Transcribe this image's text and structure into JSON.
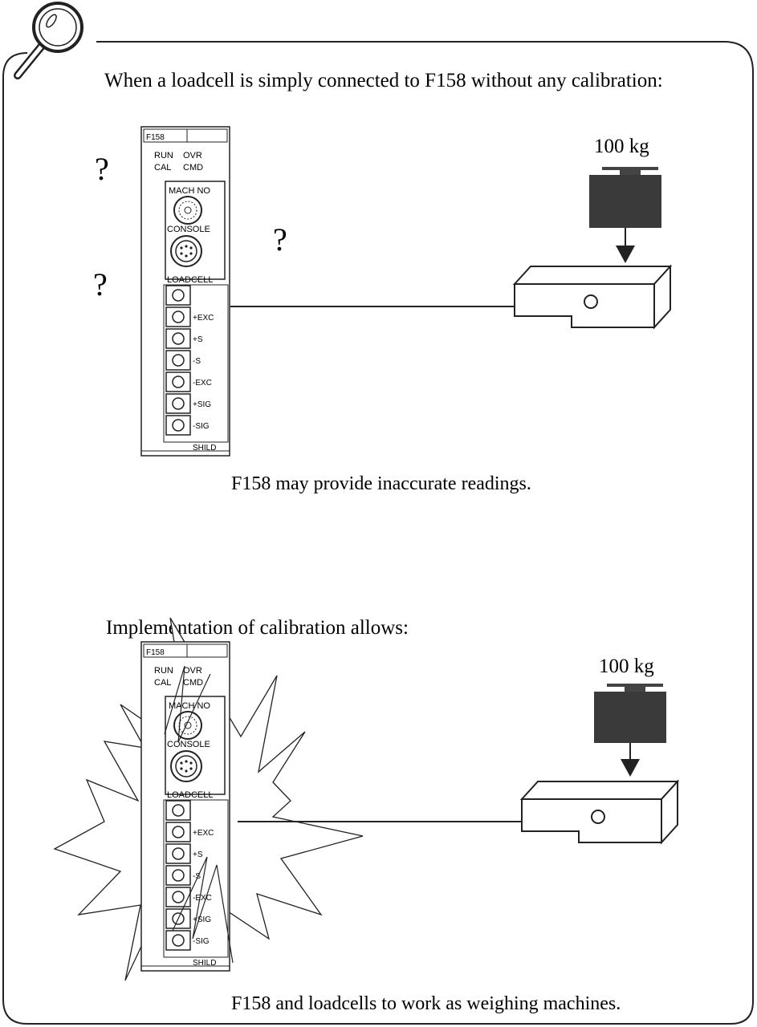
{
  "top": {
    "heading": "When a loadcell is simply connected to F158 without any calibration:",
    "question_mark": "?",
    "caption": "F158 may provide inaccurate readings.",
    "weight_label": "100 kg"
  },
  "bottom": {
    "heading": "Implementation of calibration allows:",
    "caption": "F158 and loadcells to work as weighing machines.",
    "weight_label": "100 kg"
  },
  "module": {
    "model": "F158",
    "led_run": "RUN",
    "led_ovr": "OVR",
    "led_cal": "CAL",
    "led_cmd": "CMD",
    "mach_no": "MACH NO",
    "console": "CONSOLE",
    "loadcell": "LOADCELL",
    "terminals": [
      "+EXC",
      "+S",
      "-S",
      "-EXC",
      "+SIG",
      "-SIG",
      "SHILD"
    ]
  },
  "icons": {
    "magnifier": "magnifier-icon"
  }
}
